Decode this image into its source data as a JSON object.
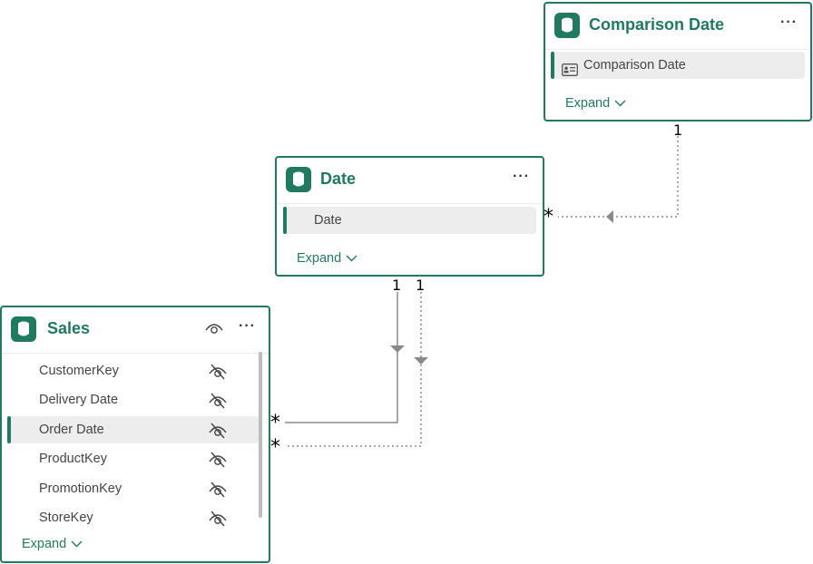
{
  "relationships": [
    {
      "from_end": "*",
      "to_end": "1",
      "style": "dotted"
    },
    {
      "from_end": "*",
      "to_end": "1",
      "style": "solid"
    },
    {
      "from_end": "*",
      "to_end": "1",
      "style": "dotted"
    }
  ],
  "tables": {
    "comparison": {
      "title": "Comparison Date",
      "fields": [
        "Comparison Date"
      ],
      "expand": "Expand"
    },
    "date": {
      "title": "Date",
      "fields": [
        "Date"
      ],
      "expand": "Expand"
    },
    "sales": {
      "title": "Sales",
      "fields": [
        "CustomerKey",
        "Delivery Date",
        "Order Date",
        "ProductKey",
        "PromotionKey",
        "StoreKey"
      ],
      "selected_field": "Order Date",
      "expand": "Expand"
    }
  },
  "menu_glyph": "···",
  "icons": {
    "table": "table-cylinder-icon",
    "calc_column": "id-card-icon",
    "hidden": "eye-slash-icon",
    "visible": "eye-icon",
    "expand": "chevron-down-icon",
    "filter_direction": "filter-triangle-icon"
  },
  "colors": {
    "accent": "#1f7a5f",
    "line": "#8a8a8a",
    "selected_bg": "#ededed"
  }
}
